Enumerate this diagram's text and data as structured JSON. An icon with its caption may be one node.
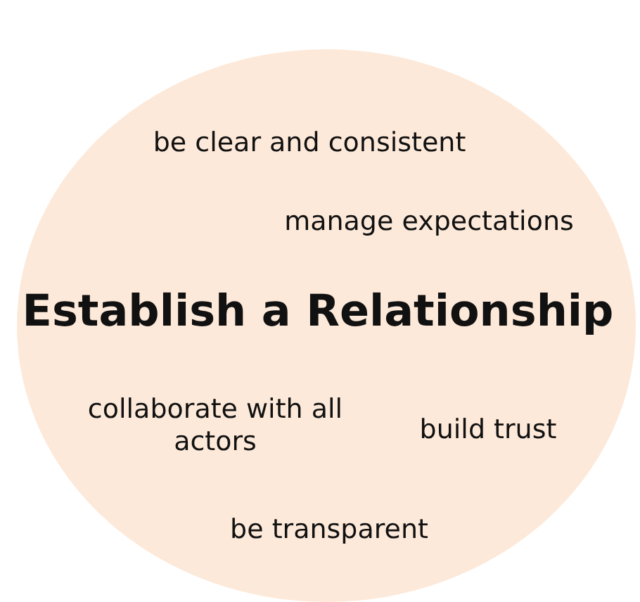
{
  "diagram": {
    "nodes": [
      {
        "text": [
          "be clear and consistent",
          "manage expectations",
          "Establish a Relationship",
          "collaborate with all actors",
          "build trust",
          "be transparent"
        ]
      }
    ]
  }
}
